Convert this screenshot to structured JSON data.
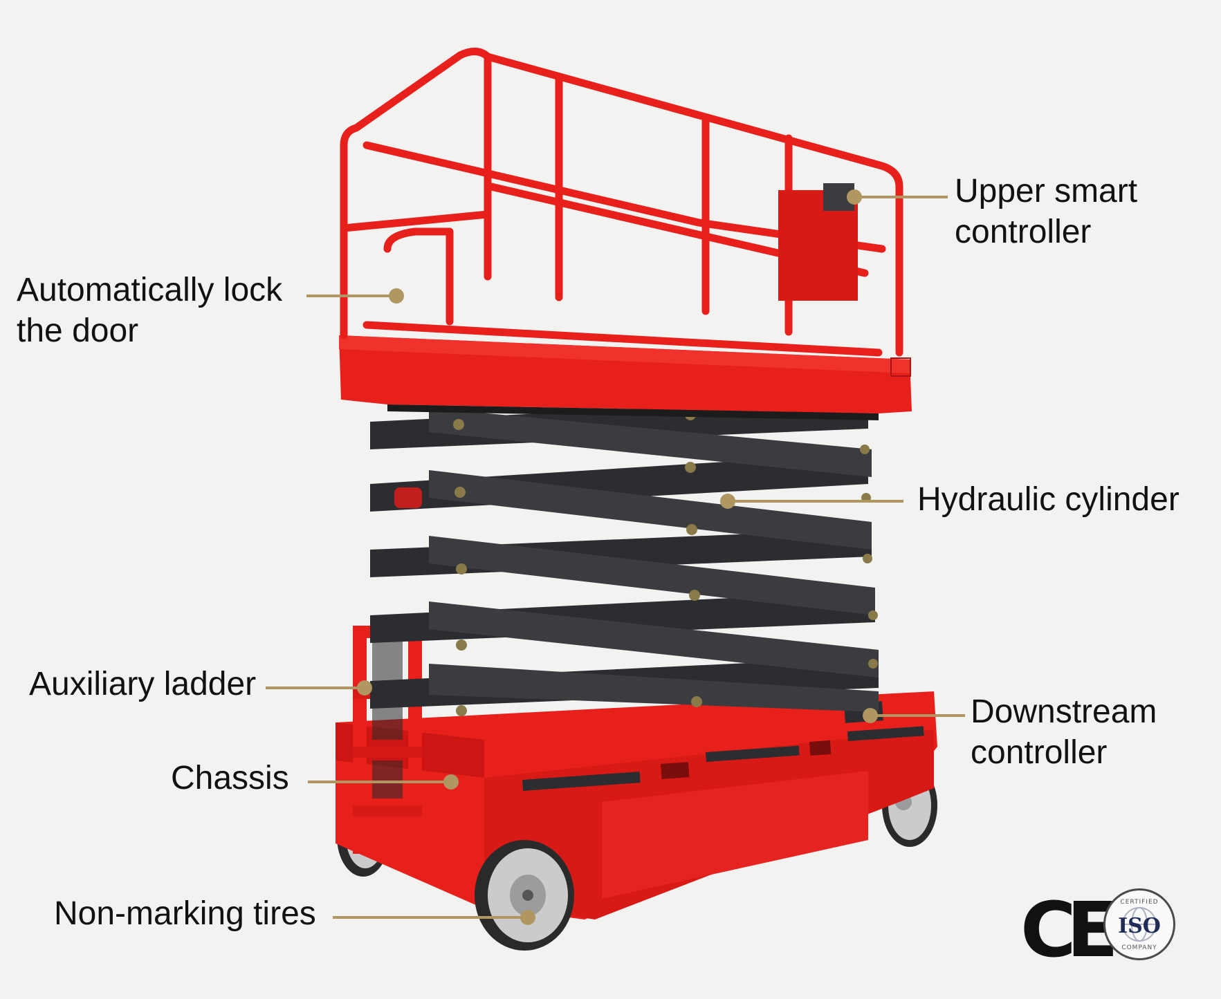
{
  "image": {
    "subject": "red-scissor-lift",
    "colors": {
      "background": "#f2f2f1",
      "body_red": "#e8201c",
      "scissor_black": "#2b2d30",
      "callout_gold": "#b09660",
      "tire_gray": "#c9cbcc"
    }
  },
  "callouts": [
    {
      "id": "upper-smart-controller",
      "lines": [
        "Upper smart",
        "controller"
      ]
    },
    {
      "id": "automatic-door-lock",
      "lines": [
        "Automatically lock",
        "the door"
      ]
    },
    {
      "id": "hydraulic-cylinder",
      "lines": [
        "Hydraulic cylinder"
      ]
    },
    {
      "id": "auxiliary-ladder",
      "lines": [
        "Auxiliary ladder"
      ]
    },
    {
      "id": "downstream-controller",
      "lines": [
        "Downstream",
        "controller"
      ]
    },
    {
      "id": "chassis",
      "lines": [
        "Chassis"
      ]
    },
    {
      "id": "non-marking-tires",
      "lines": [
        "Non-marking tires"
      ]
    }
  ],
  "certifications": {
    "ce_mark": "CE",
    "iso_badge": {
      "top": "CERTIFIED",
      "center": "ISO",
      "bottom": "COMPANY",
      "icon": "globe-icon"
    }
  }
}
